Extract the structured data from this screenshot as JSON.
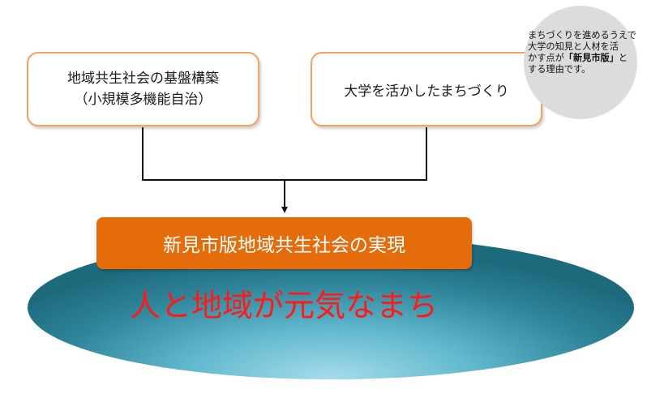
{
  "boxes": {
    "left": {
      "line1": "地域共生社会の基盤構築",
      "line2": "（小規模多機能自治）"
    },
    "right": {
      "label": "大学を活かしたまちづくり"
    }
  },
  "banner": {
    "label": "新見市版地域共生社会の実現"
  },
  "slogan": {
    "text": "人と地域が元気なまち"
  },
  "note": {
    "line1": "まちづくりを進めるうえで",
    "line2": "大学の知見と人材を活",
    "line3_prefix": "かす点が",
    "line3_bold": "「新見市版」",
    "line3_suffix": "と",
    "line4": "する理由です。"
  },
  "colors": {
    "box_border": "#f3a35b",
    "banner_fill": "#e46c0a",
    "slogan_text": "#ff1a1a",
    "ellipse_fill": "#2e8499",
    "note_fill": "#dcdcdc"
  }
}
